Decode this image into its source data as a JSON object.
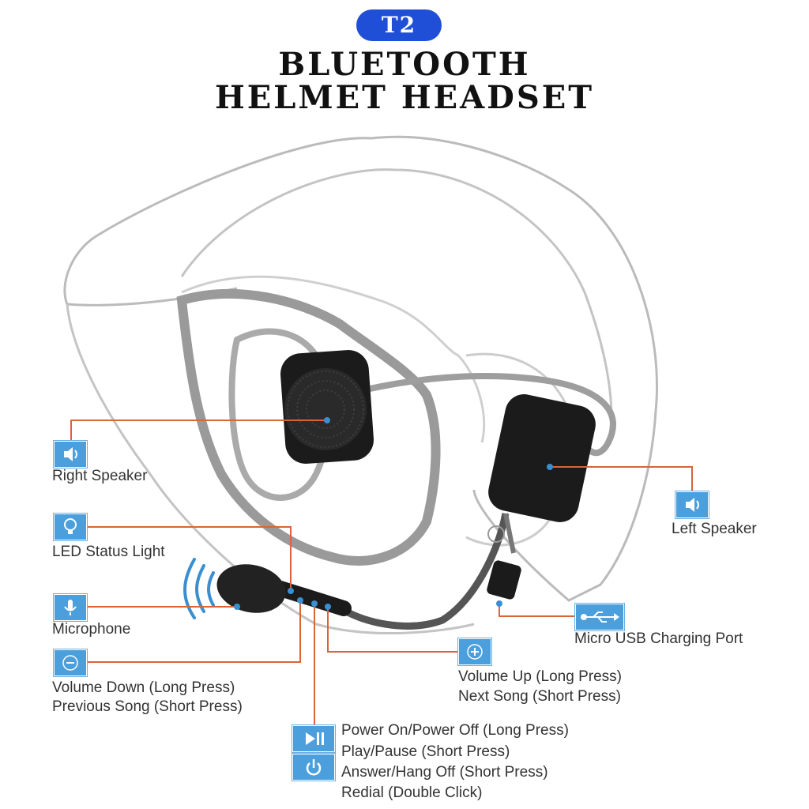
{
  "badge": "T2",
  "title": {
    "line1": "BLUETOOTH",
    "line2": "HELMET HEADSET"
  },
  "labels": {
    "right_speaker": "Right Speaker",
    "led": "LED Status Light",
    "microphone": "Microphone",
    "vol_down_1": "Volume Down (Long Press)",
    "vol_down_2": "Previous Song (Short Press)",
    "left_speaker": "Left Speaker",
    "usb": "Micro USB Charging Port",
    "vol_up_1": "Volume Up (Long Press)",
    "vol_up_2": "Next Song (Short Press)",
    "power_1": "Power On/Power Off (Long Press)",
    "power_2": "Play/Pause (Short Press)",
    "power_3": "Answer/Hang Off (Short Press)",
    "power_4": "Redial (Double Click)"
  },
  "icons": [
    "speaker-icon",
    "bulb-icon",
    "microphone-icon",
    "minus-icon",
    "speaker-icon",
    "usb-icon",
    "plus-icon",
    "play-pause-icon",
    "power-icon",
    "signal-waves-icon"
  ],
  "colors": {
    "accent": "#4a9fdc",
    "leader": "#d9643a",
    "badge": "#1f4fd6"
  }
}
